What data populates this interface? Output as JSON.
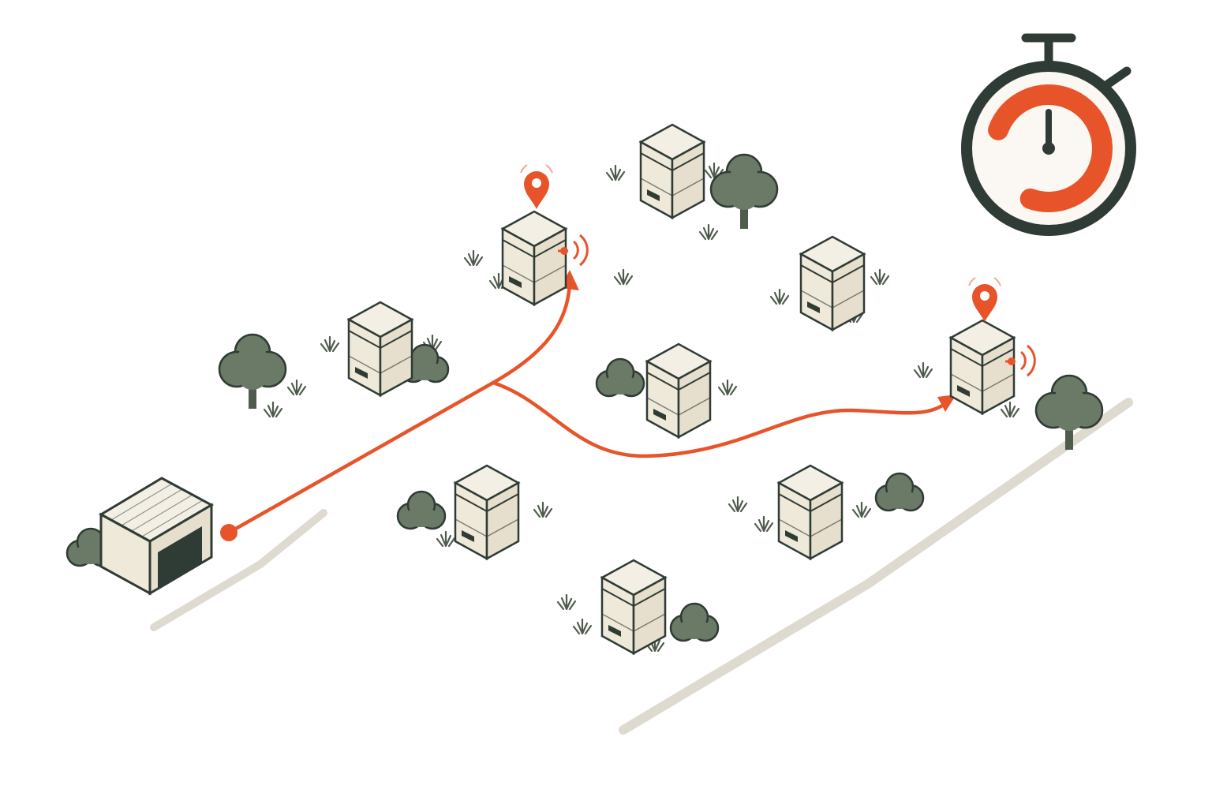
{
  "colors": {
    "accent": "#e8542a",
    "ink": "#2f3b35",
    "box_top": "#f3efe4",
    "box_side": "#e6dfcd",
    "box_front": "#efe9da",
    "foliage": "#6b7a66",
    "trunk": "#4f5c4d",
    "ground_edge": "#d6d1c3",
    "stopwatch_face": "#fbf7f2"
  },
  "scene": {
    "depot": {
      "icon": "warehouse-icon"
    },
    "hives": [
      {
        "id": "hive-1",
        "tracked": true,
        "signal": true
      },
      {
        "id": "hive-2",
        "tracked": false,
        "signal": false
      },
      {
        "id": "hive-3",
        "tracked": false,
        "signal": false
      },
      {
        "id": "hive-4",
        "tracked": false,
        "signal": false
      },
      {
        "id": "hive-5",
        "tracked": false,
        "signal": false
      },
      {
        "id": "hive-6",
        "tracked": true,
        "signal": true
      },
      {
        "id": "hive-7",
        "tracked": false,
        "signal": false
      },
      {
        "id": "hive-8",
        "tracked": false,
        "signal": false
      },
      {
        "id": "hive-9",
        "tracked": false,
        "signal": false
      }
    ],
    "routes": [
      {
        "name": "route-to-hive-1",
        "from": "depot",
        "to": "hive-1"
      },
      {
        "name": "route-to-hive-6",
        "from": "depot",
        "to": "hive-6"
      }
    ],
    "stopwatch": {
      "icon": "stopwatch-icon",
      "elapsed_fraction": 0.75
    }
  }
}
